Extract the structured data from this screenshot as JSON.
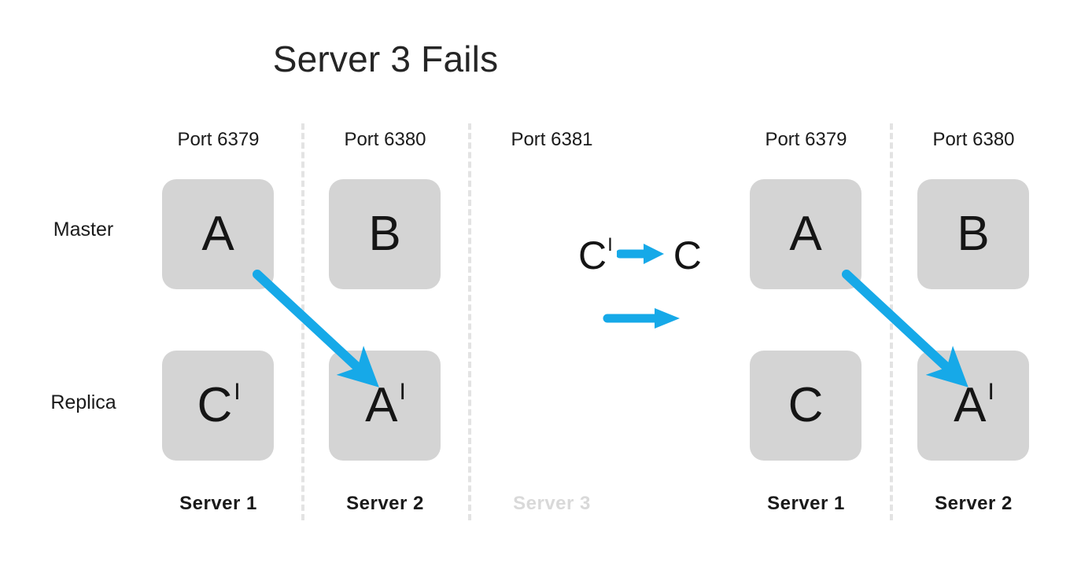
{
  "title": "Server 3 Fails",
  "row_labels": {
    "master": "Master",
    "replica": "Replica"
  },
  "colors": {
    "arrow_blue": "#16a9e8",
    "node_grey": "#d4d4d4",
    "separator_grey": "#e3e3e3",
    "failed_text_grey": "#d9d9d9",
    "text_black": "#1a1a1a",
    "background": "#ffffff"
  },
  "left_cluster": {
    "columns": [
      {
        "port_label": "Port 6379",
        "server_label": "Server 1",
        "failed": false,
        "master": {
          "letter": "A",
          "prime": ""
        },
        "replica": {
          "letter": "C",
          "prime": "I"
        }
      },
      {
        "port_label": "Port 6380",
        "server_label": "Server 2",
        "failed": false,
        "master": {
          "letter": "B",
          "prime": ""
        },
        "replica": {
          "letter": "A",
          "prime": "I"
        }
      },
      {
        "port_label": "Port 6381",
        "server_label": "Server 3",
        "failed": true,
        "master": null,
        "replica": null
      }
    ]
  },
  "right_cluster": {
    "columns": [
      {
        "port_label": "Port 6379",
        "server_label": "Server 1",
        "failed": false,
        "master": {
          "letter": "A",
          "prime": ""
        },
        "replica": {
          "letter": "C",
          "prime": ""
        }
      },
      {
        "port_label": "Port 6380",
        "server_label": "Server 2",
        "failed": false,
        "master": {
          "letter": "B",
          "prime": ""
        },
        "replica": {
          "letter": "A",
          "prime": "I"
        }
      }
    ]
  },
  "transition": {
    "from_letter": "C",
    "from_prime": "I",
    "to_letter": "C",
    "to_prime": "",
    "arrow_icon": "right-arrow-icon",
    "state_arrow_icon": "right-arrow-icon"
  },
  "replication_arrows": [
    {
      "name": "replication-arrow-left",
      "from": "Server 1 Master A",
      "to": "Server 2 Replica A'"
    },
    {
      "name": "replication-arrow-right",
      "from": "Server 1 Master A",
      "to": "Server 2 Replica A'"
    }
  ]
}
